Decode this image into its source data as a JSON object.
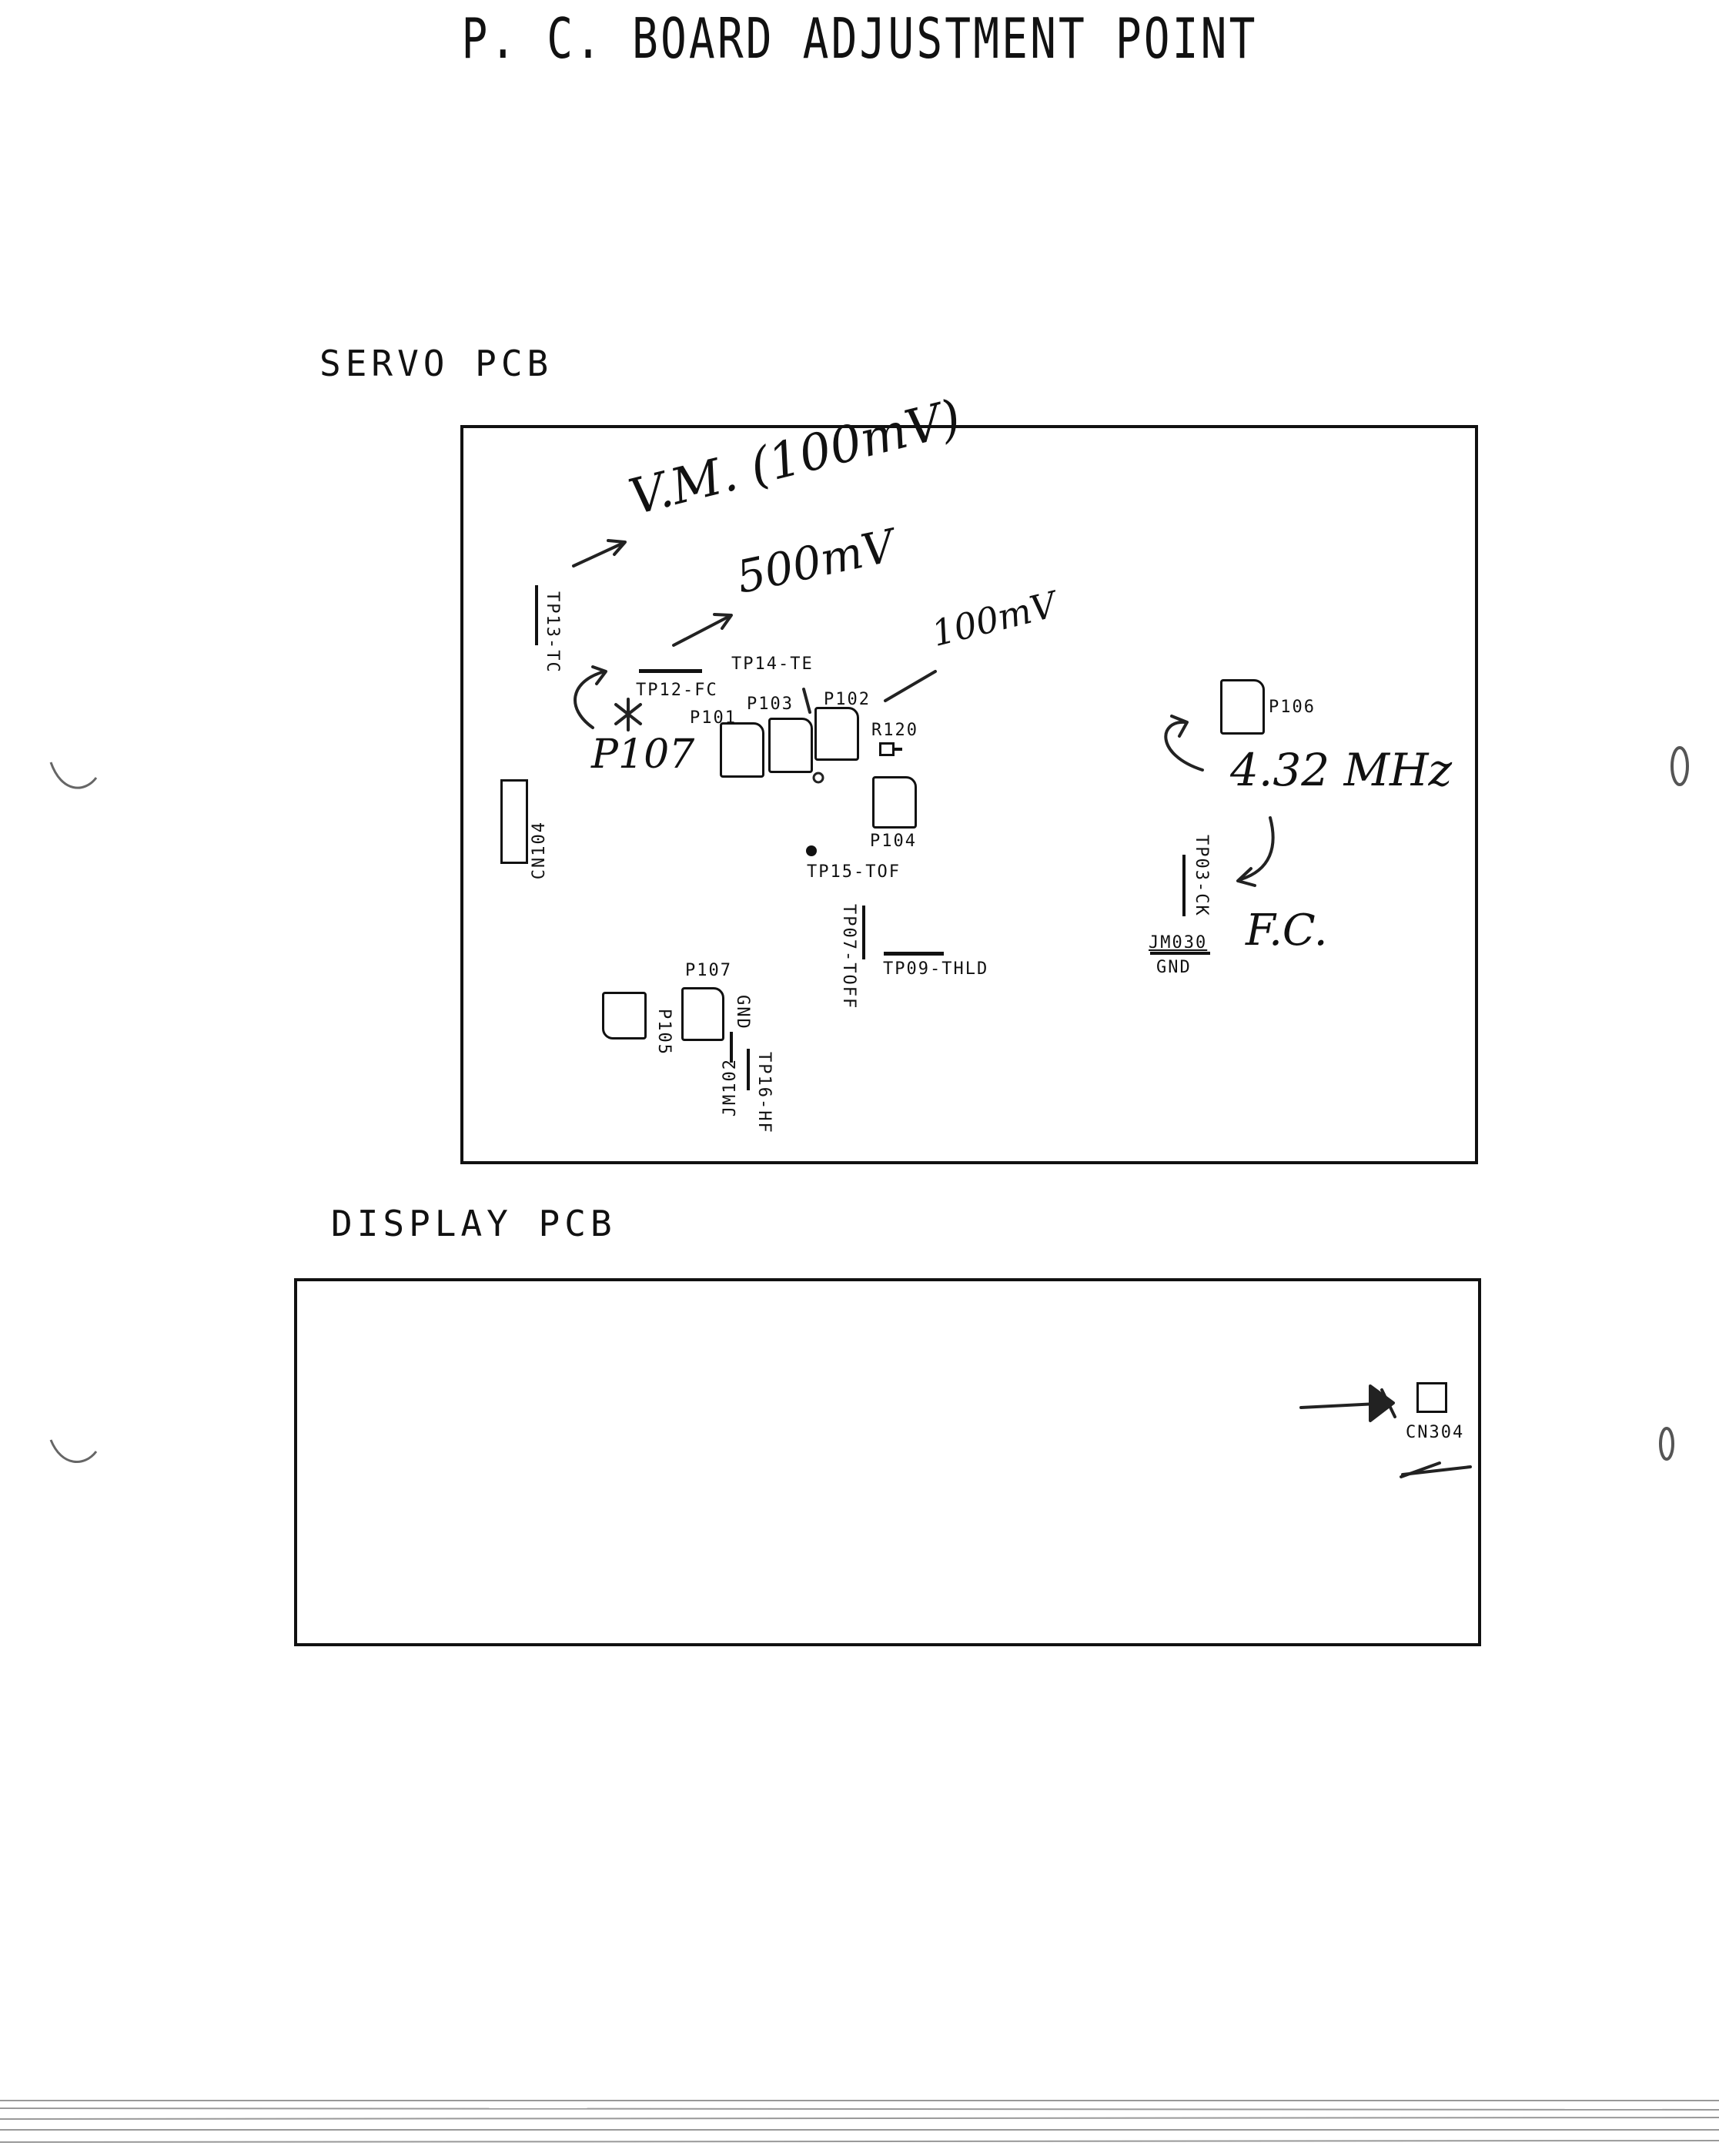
{
  "title": "P. C. BOARD ADJUSTMENT POINT",
  "servo": {
    "heading": "SERVO PCB",
    "labels": {
      "tp13": "TP13-TC",
      "tp12": "TP12-FC",
      "tp14": "TP14-TE",
      "p101": "P101",
      "p103": "P103",
      "p102": "P102",
      "r120": "R120",
      "p104": "P104",
      "tp15": "TP15-TOF",
      "cn104": "CN104",
      "p106": "P106",
      "tp03": "TP03-CK",
      "jm030": "JM030",
      "gnd_right": "GND",
      "tp07": "TP07-TOFF",
      "tp09": "TP09-THLD",
      "p107": "P107",
      "p105": "P105",
      "gnd_lower": "GND",
      "jm102": "JM102",
      "tp16": "TP16-HF"
    },
    "handwritten": {
      "vm": "V.M. (100mV)",
      "v500": "500mV",
      "v100": "100mV",
      "p107_note": "P107",
      "freq": "4.32 MHz",
      "fc": "F.C."
    }
  },
  "display": {
    "heading": "DISPLAY PCB",
    "labels": {
      "cn304": "CN304"
    }
  }
}
